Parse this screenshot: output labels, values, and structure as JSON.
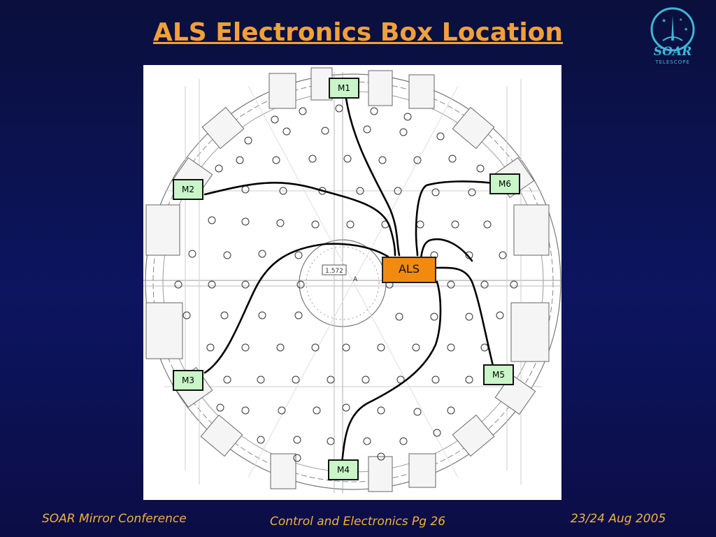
{
  "slide": {
    "title": "ALS Electronics Box Location"
  },
  "logo": {
    "name": "SOAR",
    "subtitle": "TELESCOPE"
  },
  "diagram": {
    "als_label": "ALS",
    "mirror_boxes": [
      "M1",
      "M2",
      "M3",
      "M4",
      "M5",
      "M6"
    ],
    "dimension_label": "1.572",
    "section_label": "A"
  },
  "footer": {
    "left": "SOAR Mirror Conference",
    "center": "Control and Electronics Pg 26",
    "right": "23/24 Aug 2005"
  }
}
